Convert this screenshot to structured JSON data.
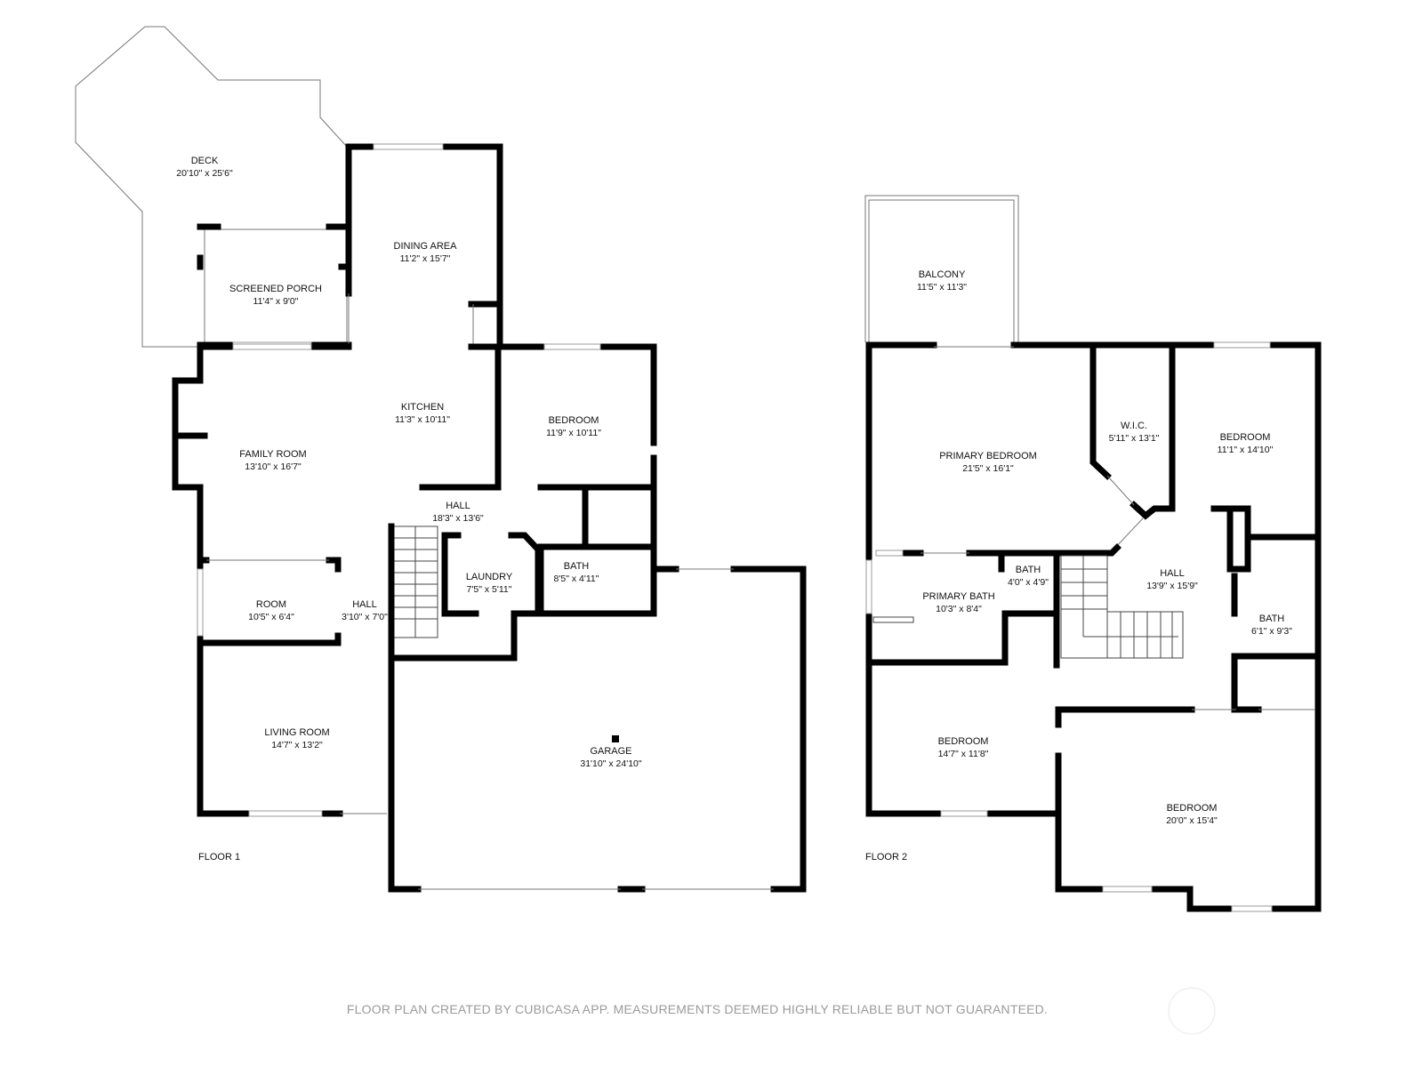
{
  "floor1": {
    "label": "FLOOR 1",
    "rooms": [
      {
        "name": "DECK",
        "dims": "20'10\" x 25'6\""
      },
      {
        "name": "SCREENED PORCH",
        "dims": "11'4\" x 9'0\""
      },
      {
        "name": "DINING AREA",
        "dims": "11'2\" x 15'7\""
      },
      {
        "name": "KITCHEN",
        "dims": "11'3\" x 10'11\""
      },
      {
        "name": "FAMILY ROOM",
        "dims": "13'10\" x 16'7\""
      },
      {
        "name": "BEDROOM",
        "dims": "11'9\" x 10'11\""
      },
      {
        "name": "HALL",
        "dims": "18'3\" x 13'6\""
      },
      {
        "name": "LAUNDRY",
        "dims": "7'5\" x 5'11\""
      },
      {
        "name": "BATH",
        "dims": "8'5\" x 4'11\""
      },
      {
        "name": "ROOM",
        "dims": "10'5\" x 6'4\""
      },
      {
        "name": "HALL",
        "dims": "3'10\" x 7'0\""
      },
      {
        "name": "LIVING ROOM",
        "dims": "14'7\" x 13'2\""
      },
      {
        "name": "GARAGE",
        "dims": "31'10\" x 24'10\""
      }
    ]
  },
  "floor2": {
    "label": "FLOOR 2",
    "rooms": [
      {
        "name": "BALCONY",
        "dims": "11'5\" x 11'3\""
      },
      {
        "name": "PRIMARY BEDROOM",
        "dims": "21'5\" x 16'1\""
      },
      {
        "name": "W.I.C.",
        "dims": "5'11\" x 13'1\""
      },
      {
        "name": "BEDROOM",
        "dims": "11'1\" x 14'10\""
      },
      {
        "name": "PRIMARY BATH",
        "dims": "10'3\" x 8'4\""
      },
      {
        "name": "BATH",
        "dims": "4'0\" x 4'9\""
      },
      {
        "name": "HALL",
        "dims": "13'9\" x 15'9\""
      },
      {
        "name": "BATH",
        "dims": "6'1\" x 9'3\""
      },
      {
        "name": "BEDROOM",
        "dims": "14'7\" x 11'8\""
      },
      {
        "name": "BEDROOM",
        "dims": "20'0\" x 15'4\""
      }
    ]
  },
  "footer": "FLOOR PLAN CREATED BY CUBICASA APP. MEASUREMENTS DEEMED HIGHLY RELIABLE BUT NOT GUARANTEED."
}
